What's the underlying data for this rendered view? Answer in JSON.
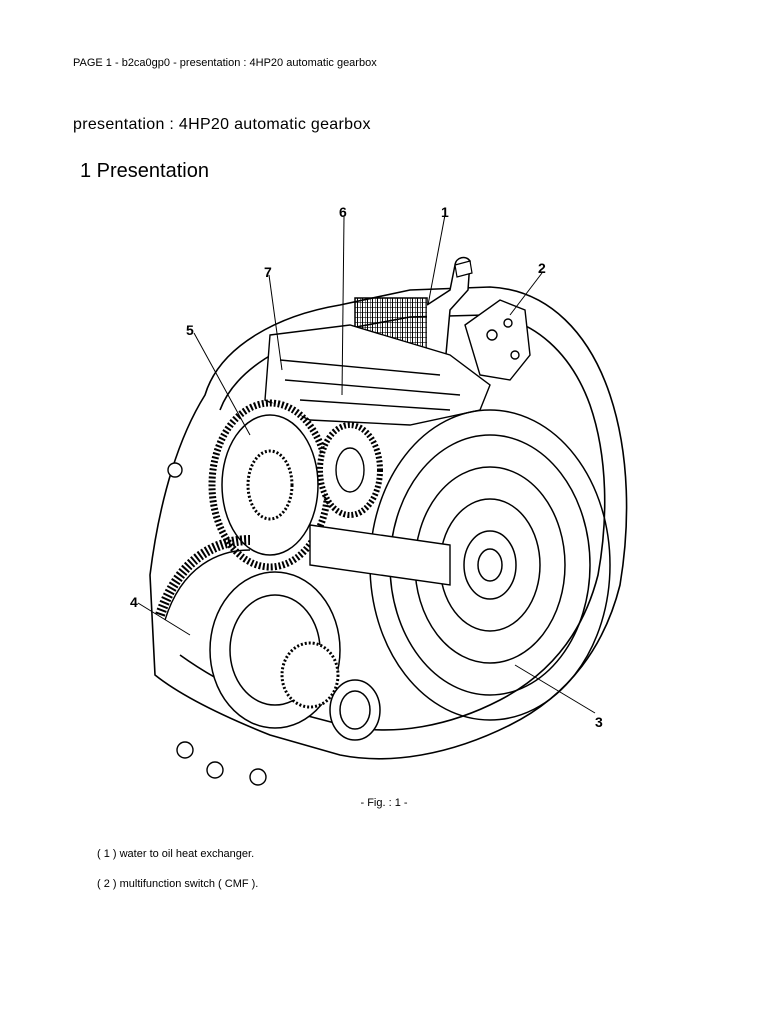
{
  "header": {
    "text": "PAGE 1 - b2ca0gp0 - presentation : 4HP20 automatic gearbox"
  },
  "document": {
    "title": "presentation : 4HP20 automatic gearbox",
    "section_title": "1 Presentation"
  },
  "figure": {
    "callouts": [
      "1",
      "2",
      "3",
      "4",
      "5",
      "6",
      "7"
    ],
    "caption": "- Fig. : 1 -"
  },
  "legend": {
    "items": [
      "( 1 ) water to oil heat exchanger.",
      "( 2 ) multifunction switch ( CMF )."
    ]
  }
}
